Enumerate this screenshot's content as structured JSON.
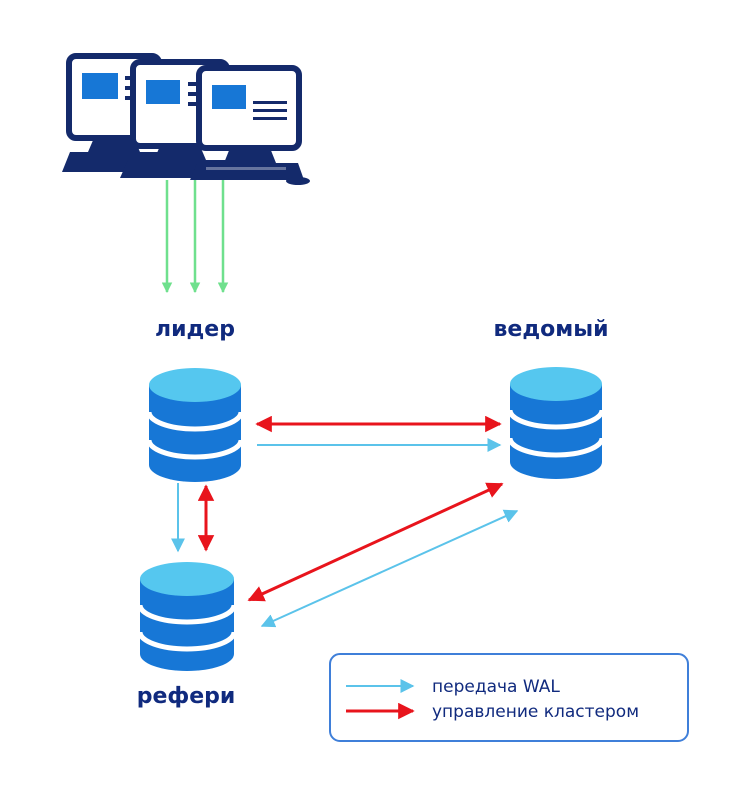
{
  "nodes": {
    "leader": {
      "label": "лидер"
    },
    "follower": {
      "label": "ведомый"
    },
    "referee": {
      "label": "рефери"
    }
  },
  "legend": {
    "wal": {
      "label": "передача WAL",
      "color": "#5bc3ea"
    },
    "control": {
      "label": "управление кластером",
      "color": "#e8141c"
    }
  },
  "colors": {
    "label_text": "#102a7e",
    "client_arrow": "#6fe08d",
    "db_top": "#55c7ef",
    "db_body": "#1777d6",
    "monitor_outline": "#142a6b",
    "monitor_accent": "#1777d6",
    "legend_border": "#3f7fd9"
  },
  "icons": [
    "desktop-computer-icon",
    "desktop-computer-icon",
    "desktop-computer-icon",
    "database-icon",
    "database-icon",
    "database-icon"
  ]
}
